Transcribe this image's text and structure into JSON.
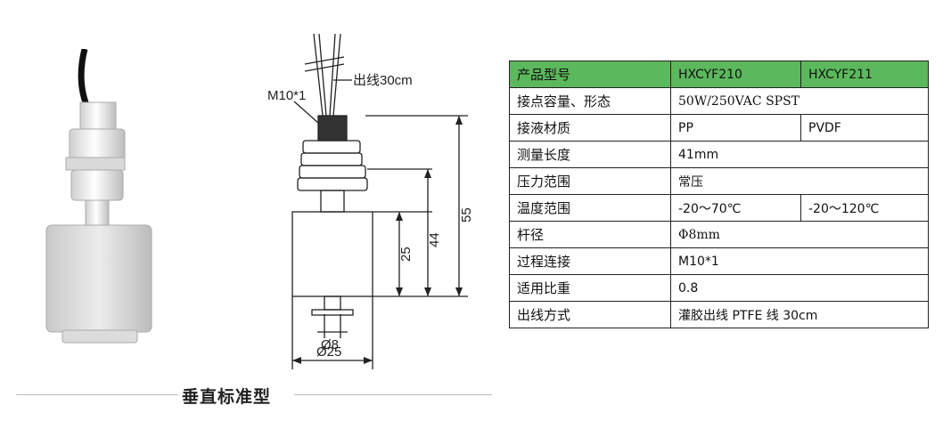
{
  "drawing": {
    "label_thread": "M10*1",
    "label_cable": "出线30cm",
    "dim_total": "55",
    "dim_float_top": "44",
    "dim_float": "25",
    "dim_rod": "Ø8",
    "dim_diameter": "Ø25"
  },
  "caption": "垂直标准型",
  "table": {
    "header": [
      "产品型号",
      "HXCYF210",
      "HXCYF211"
    ],
    "rows": [
      {
        "label": "接点容量、形态",
        "value": "50W/250VAC SPST"
      },
      {
        "label": "接液材质",
        "value": "PP",
        "value2": "PVDF"
      },
      {
        "label": "测量长度",
        "value": "41mm"
      },
      {
        "label": "压力范围",
        "value": "常压"
      },
      {
        "label": "温度范围",
        "value": "-20～70℃",
        "value2": "-20～120℃"
      },
      {
        "label": "杆径",
        "value": "Φ8mm"
      },
      {
        "label": "过程连接",
        "value": "M10*1"
      },
      {
        "label": "适用比重",
        "value": "0.8"
      },
      {
        "label": "出线方式",
        "value": "灌胶出线 PTFE 线 30cm"
      }
    ]
  },
  "colors": {
    "header_bg": "#5cb85c",
    "border": "#222222"
  }
}
